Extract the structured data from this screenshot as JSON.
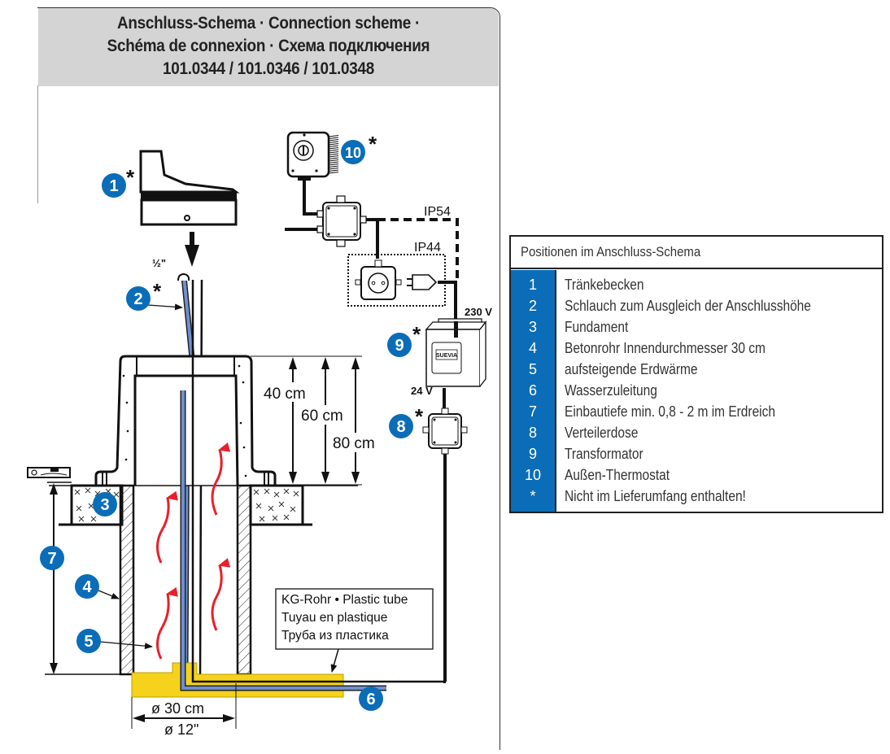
{
  "title": {
    "line1": "Anschluss-Schema · Connection scheme ·",
    "line2": "Schéma de connexion · Схема подключения",
    "line3": "101.0344 / 101.0346 / 101.0348"
  },
  "diagram": {
    "badges": {
      "b1": "1",
      "b2": "2",
      "b3": "3",
      "b4": "4",
      "b5": "5",
      "b6": "6",
      "b7": "7",
      "b8": "8",
      "b9": "9",
      "b10": "10"
    },
    "asterisk": "*",
    "half_inch": "½\"",
    "ip54": "IP54",
    "ip44": "IP44",
    "v230": "230 V",
    "v24": "24 V",
    "dim_40": "40 cm",
    "dim_60": "60 cm",
    "dim_80": "80 cm",
    "dia_cm": "ø 30 cm",
    "dia_in": "ø 12\"",
    "transformer_brand": "SUEVIA",
    "tube_label": {
      "line1": "KG-Rohr • Plastic tube",
      "line2": "Tuyau en plastique",
      "line3": "Труба из пластика"
    },
    "colors": {
      "badge_blue": "#0b6db7",
      "hose_blue": "#6f8fcf",
      "heat_red": "#e8202a",
      "tube_yellow": "#f5d21c"
    }
  },
  "legend": {
    "heading": "Positionen im Anschluss-Schema",
    "items": [
      {
        "num": "1",
        "text": "Tränkebecken"
      },
      {
        "num": "2",
        "text": "Schlauch zum Ausgleich der Anschlusshöhe"
      },
      {
        "num": "3",
        "text": "Fundament"
      },
      {
        "num": "4",
        "text": "Betonrohr Innendurchmesser 30 cm"
      },
      {
        "num": "5",
        "text": "aufsteigende Erdwärme"
      },
      {
        "num": "6",
        "text": "Wasserzuleitung"
      },
      {
        "num": "7",
        "text": "Einbautiefe min. 0,8 - 2 m im Erdreich"
      },
      {
        "num": "8",
        "text": "Verteilerdose"
      },
      {
        "num": "9",
        "text": "Transformator"
      },
      {
        "num": "10",
        "text": "Außen-Thermostat"
      },
      {
        "num": "*",
        "text": "Nicht im Lieferumfang enthalten!"
      }
    ]
  }
}
